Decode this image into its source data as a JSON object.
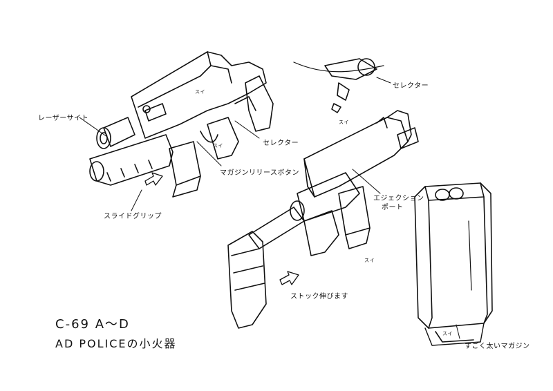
{
  "sheet": {
    "title_model": "C-69 A〜D",
    "title_caption": "AD POLICEの小火器",
    "ink_color": "#111111",
    "paper_color": "#ffffff"
  },
  "labels": {
    "laser_sight": "レーザーサイト",
    "slide_grip": "スライドグリップ",
    "magazine_release": "マガジンリリースボタン",
    "selector_left": "セレクター",
    "selector_detail": "セレクター",
    "ejection_port_line1": "エジェクション",
    "ejection_port_line2": "ポート",
    "stock_extends": "ストック伸びます",
    "thick_magazine": "すごく太いマガジン",
    "small_mark": "スイ"
  }
}
